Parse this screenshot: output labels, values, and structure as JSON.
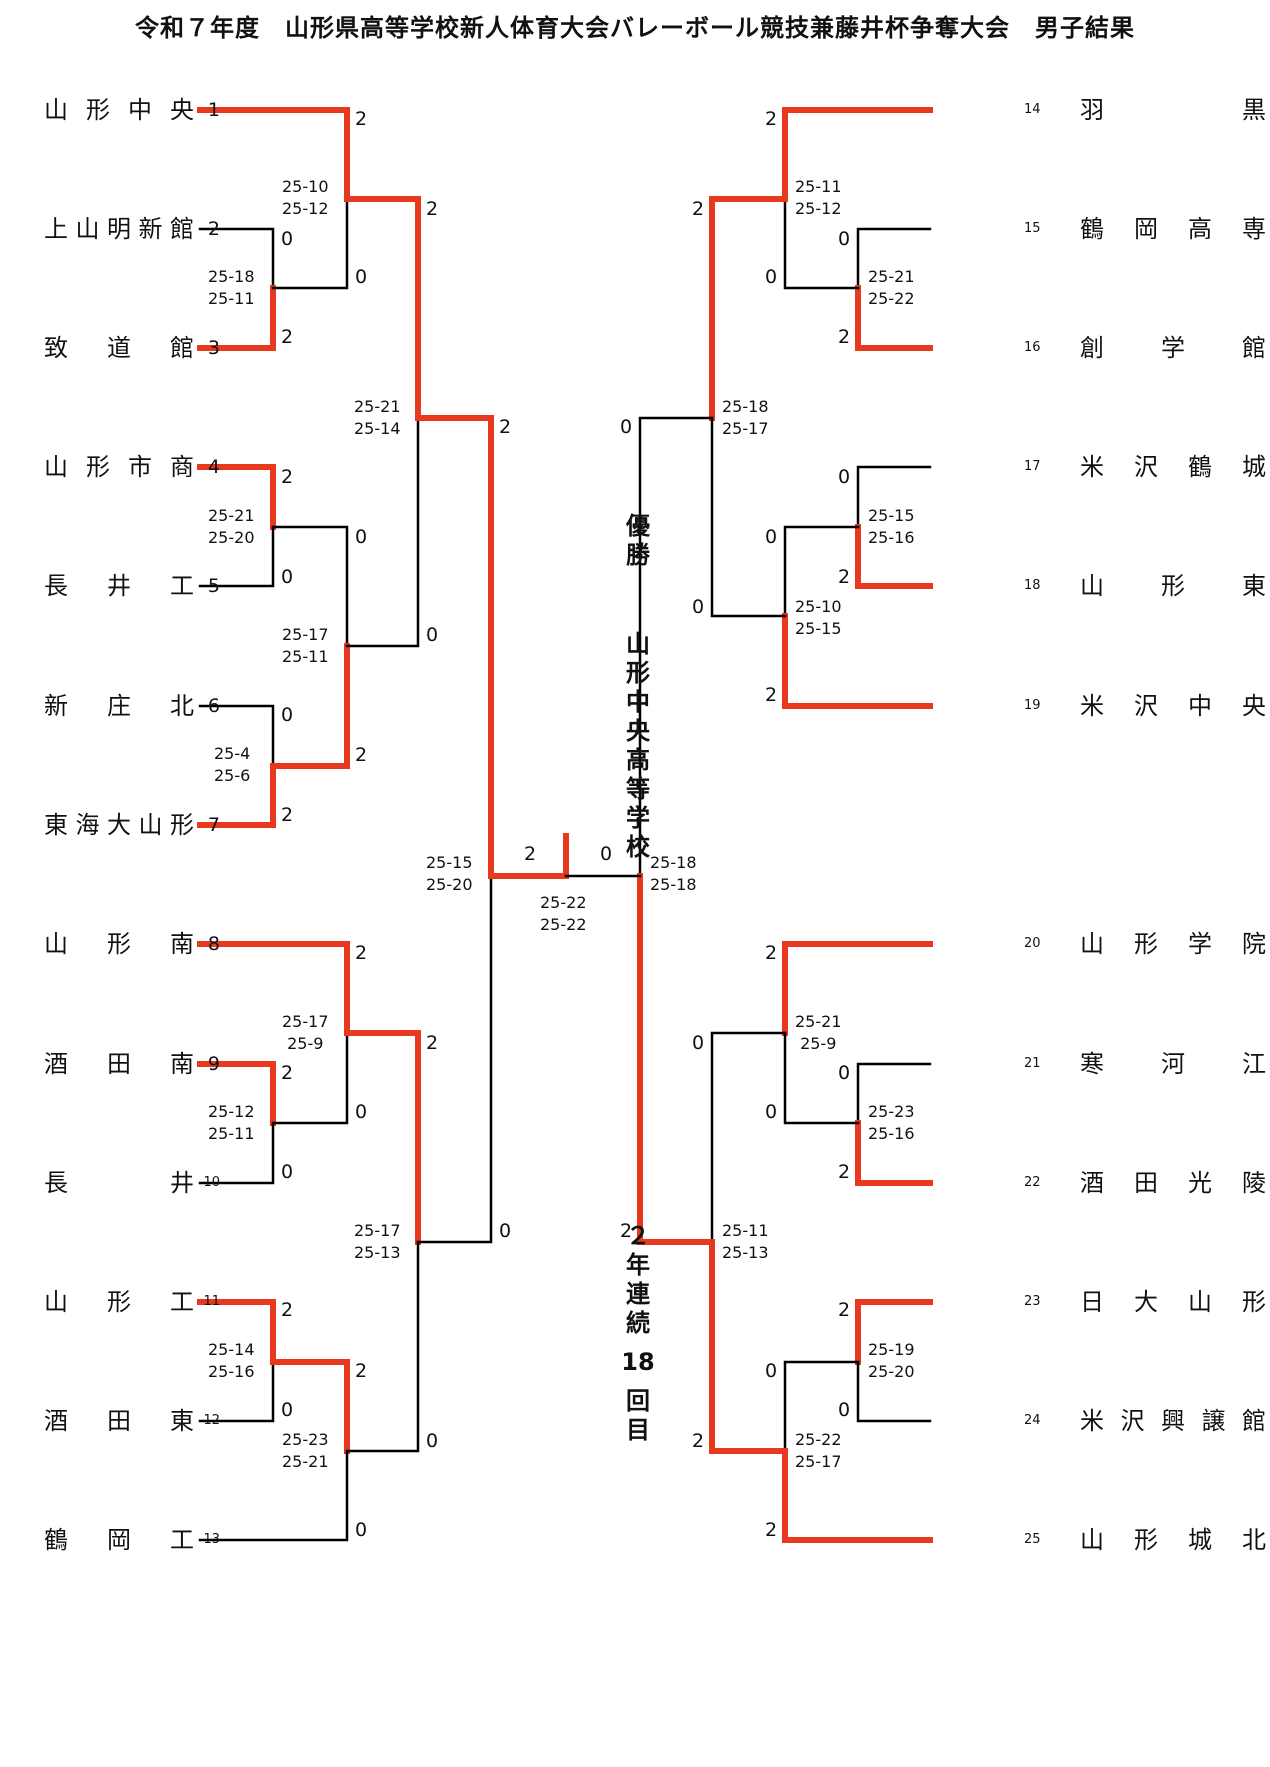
{
  "title": "令和７年度　山形県高等学校新人体育大会バレーボール競技兼藤井杯争奪大会　男子結果",
  "colors": {
    "winner_line": "#e8391f",
    "loser_line": "#000000"
  },
  "champion": {
    "label": "優勝",
    "school_chars": [
      "山",
      "形",
      "中",
      "央",
      "高",
      "等",
      "学",
      "校"
    ],
    "streak_chars": [
      "２",
      "年",
      "連",
      "続",
      "18",
      "回",
      "目"
    ]
  },
  "teams": [
    {
      "seed": "1",
      "name": "山形中央",
      "side": "left"
    },
    {
      "seed": "2",
      "name": "上山明新館",
      "side": "left"
    },
    {
      "seed": "3",
      "name": "致道館",
      "side": "left"
    },
    {
      "seed": "4",
      "name": "山形市商",
      "side": "left"
    },
    {
      "seed": "5",
      "name": "長井工",
      "side": "left"
    },
    {
      "seed": "6",
      "name": "新庄北",
      "side": "left"
    },
    {
      "seed": "7",
      "name": "東海大山形",
      "side": "left"
    },
    {
      "seed": "8",
      "name": "山形南",
      "side": "left"
    },
    {
      "seed": "9",
      "name": "酒田南",
      "side": "left"
    },
    {
      "seed": "10",
      "name": "長井",
      "side": "left"
    },
    {
      "seed": "11",
      "name": "山形工",
      "side": "left"
    },
    {
      "seed": "12",
      "name": "酒田東",
      "side": "left"
    },
    {
      "seed": "13",
      "name": "鶴岡工",
      "side": "left"
    },
    {
      "seed": "14",
      "name": "羽黒",
      "side": "right"
    },
    {
      "seed": "15",
      "name": "鶴岡高専",
      "side": "right"
    },
    {
      "seed": "16",
      "name": "創学館",
      "side": "right"
    },
    {
      "seed": "17",
      "name": "米沢鶴城",
      "side": "right"
    },
    {
      "seed": "18",
      "name": "山形東",
      "side": "right"
    },
    {
      "seed": "19",
      "name": "米沢中央",
      "side": "right"
    },
    {
      "seed": "20",
      "name": "山形学院",
      "side": "right"
    },
    {
      "seed": "21",
      "name": "寒河江",
      "side": "right"
    },
    {
      "seed": "22",
      "name": "酒田光陵",
      "side": "right"
    },
    {
      "seed": "23",
      "name": "日大山形",
      "side": "right"
    },
    {
      "seed": "24",
      "name": "米沢興譲館",
      "side": "right"
    },
    {
      "seed": "25",
      "name": "山形城北",
      "side": "right"
    }
  ],
  "matches": [
    {
      "id": "L1",
      "teams": [
        "上山明新館",
        "致道館"
      ],
      "score": [
        "0",
        "2"
      ],
      "sets": [
        "25-18",
        "25-11"
      ],
      "winner": "致道館"
    },
    {
      "id": "L2",
      "teams": [
        "山形中央",
        "致道館"
      ],
      "score": [
        "2",
        "0"
      ],
      "sets": [
        "25-10",
        "25-12"
      ],
      "winner": "山形中央"
    },
    {
      "id": "L3",
      "teams": [
        "山形市商",
        "長井工"
      ],
      "score": [
        "2",
        "0"
      ],
      "sets": [
        "25-21",
        "25-20"
      ],
      "winner": "山形市商"
    },
    {
      "id": "L4",
      "teams": [
        "新庄北",
        "東海大山形"
      ],
      "score": [
        "0",
        "2"
      ],
      "sets": [
        "25-4",
        "25-6"
      ],
      "winner": "東海大山形"
    },
    {
      "id": "L5",
      "teams": [
        "山形市商",
        "東海大山形"
      ],
      "score": [
        "0",
        "2"
      ],
      "sets": [
        "25-17",
        "25-11"
      ],
      "winner": "東海大山形"
    },
    {
      "id": "L6",
      "teams": [
        "山形中央",
        "東海大山形"
      ],
      "score": [
        "2",
        "0"
      ],
      "sets": [
        "25-21",
        "25-14"
      ],
      "winner": "山形中央"
    },
    {
      "id": "L7",
      "teams": [
        "酒田南",
        "長井"
      ],
      "score": [
        "2",
        "0"
      ],
      "sets": [
        "25-12",
        "25-11"
      ],
      "winner": "酒田南"
    },
    {
      "id": "L8",
      "teams": [
        "山形南",
        "酒田南"
      ],
      "score": [
        "2",
        "0"
      ],
      "sets": [
        "25-17",
        "25-9"
      ],
      "winner": "山形南"
    },
    {
      "id": "L9",
      "teams": [
        "山形工",
        "酒田東"
      ],
      "score": [
        "2",
        "0"
      ],
      "sets": [
        "25-14",
        "25-16"
      ],
      "winner": "山形工"
    },
    {
      "id": "L10",
      "teams": [
        "山形工",
        "鶴岡工"
      ],
      "score": [
        "2",
        "0"
      ],
      "sets": [
        "25-23",
        "25-21"
      ],
      "winner": "山形工"
    },
    {
      "id": "L11",
      "teams": [
        "山形南",
        "山形工"
      ],
      "score": [
        "2",
        "0"
      ],
      "sets": [
        "25-17",
        "25-13"
      ],
      "winner": "山形南"
    },
    {
      "id": "L12",
      "teams": [
        "山形中央",
        "山形南"
      ],
      "score": [
        "2",
        "0"
      ],
      "sets": [
        "25-15",
        "25-20"
      ],
      "winner": "山形中央"
    },
    {
      "id": "R1",
      "teams": [
        "鶴岡高専",
        "創学館"
      ],
      "score": [
        "0",
        "2"
      ],
      "sets": [
        "25-21",
        "25-22"
      ],
      "winner": "創学館"
    },
    {
      "id": "R2",
      "teams": [
        "羽黒",
        "創学館"
      ],
      "score": [
        "2",
        "0"
      ],
      "sets": [
        "25-11",
        "25-12"
      ],
      "winner": "羽黒"
    },
    {
      "id": "R3",
      "teams": [
        "米沢鶴城",
        "山形東"
      ],
      "score": [
        "0",
        "2"
      ],
      "sets": [
        "25-15",
        "25-16"
      ],
      "winner": "山形東"
    },
    {
      "id": "R4",
      "teams": [
        "山形東",
        "米沢中央"
      ],
      "score": [
        "0",
        "2"
      ],
      "sets": [
        "25-10",
        "25-15"
      ],
      "winner": "米沢中央"
    },
    {
      "id": "R5",
      "teams": [
        "羽黒",
        "米沢中央"
      ],
      "score": [
        "2",
        "0"
      ],
      "sets": [
        "25-18",
        "25-17"
      ],
      "winner": "羽黒"
    },
    {
      "id": "R6",
      "teams": [
        "寒河江",
        "酒田光陵"
      ],
      "score": [
        "0",
        "2"
      ],
      "sets": [
        "25-23",
        "25-16"
      ],
      "winner": "酒田光陵"
    },
    {
      "id": "R7",
      "teams": [
        "山形学院",
        "酒田光陵"
      ],
      "score": [
        "2",
        "0"
      ],
      "sets": [
        "25-21",
        "25-9"
      ],
      "winner": "山形学院"
    },
    {
      "id": "R8",
      "teams": [
        "日大山形",
        "米沢興譲館"
      ],
      "score": [
        "2",
        "0"
      ],
      "sets": [
        "25-19",
        "25-20"
      ],
      "winner": "日大山形"
    },
    {
      "id": "R9",
      "teams": [
        "日大山形",
        "山形城北"
      ],
      "score": [
        "0",
        "2"
      ],
      "sets": [
        "25-22",
        "25-17"
      ],
      "winner": "山形城北"
    },
    {
      "id": "R10",
      "teams": [
        "山形学院",
        "山形城北"
      ],
      "score": [
        "0",
        "2"
      ],
      "sets": [
        "25-11",
        "25-13"
      ],
      "winner": "山形城北"
    },
    {
      "id": "R11",
      "teams": [
        "羽黒",
        "山形城北"
      ],
      "score": [
        "0",
        "2"
      ],
      "sets": [
        "25-18",
        "25-18"
      ],
      "winner": "山形城北"
    },
    {
      "id": "F",
      "teams": [
        "山形中央",
        "山形城北"
      ],
      "score": [
        "2",
        "0"
      ],
      "sets": [
        "25-22",
        "25-22"
      ],
      "winner": "山形中央"
    }
  ]
}
